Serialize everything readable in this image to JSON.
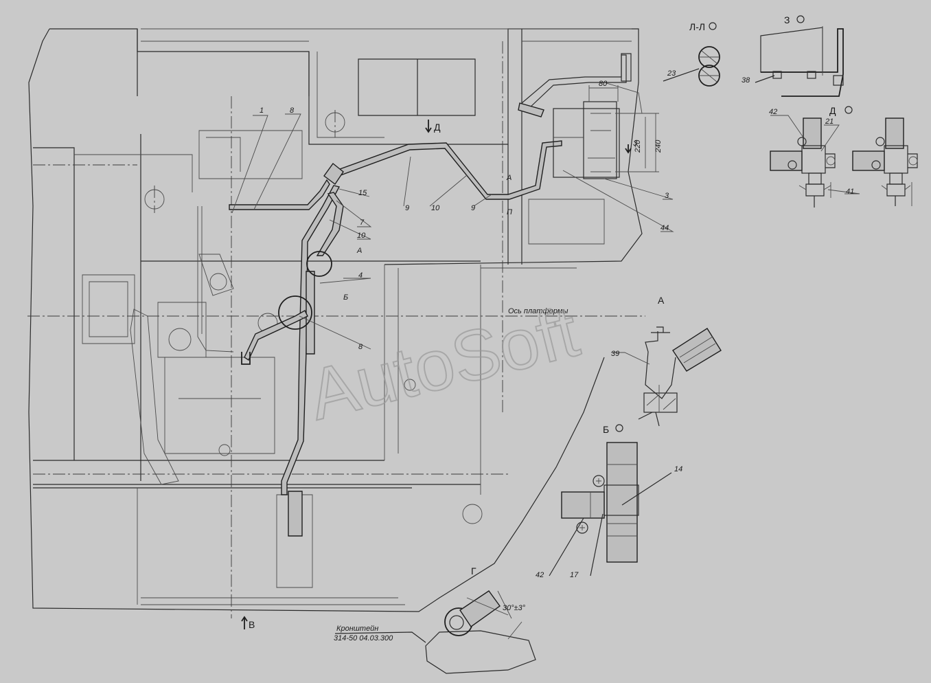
{
  "watermark": "AutoSoft",
  "axis_label": "Ось платформы",
  "bracket_label": "Кронштейн",
  "bracket_code": "314-50 04.03.300",
  "angle_label": "30°±3°",
  "dims": {
    "d80": "80",
    "d220": "220",
    "d240": "240",
    "d3": "3"
  },
  "views": {
    "ll": "Л-Л",
    "z": "З",
    "d": "Д",
    "a": "А",
    "b": "Б",
    "g": "Г",
    "d_arrow": "Д",
    "v_arrow": "В"
  },
  "callouts": {
    "c1": "1",
    "c8a": "8",
    "c15": "15",
    "c7": "7",
    "c10a": "10",
    "c4": "4",
    "c6": "Б",
    "c8b": "8",
    "c9a": "9",
    "c10b": "10",
    "c9b": "9",
    "c3": "3",
    "c44": "44",
    "c23": "23",
    "c38": "38",
    "c42a": "42",
    "c21": "21",
    "c41": "41",
    "c39": "39",
    "c14": "14",
    "c42b": "42",
    "c17": "17",
    "cA": "А",
    "cAm": "А",
    "cPi": "П"
  }
}
